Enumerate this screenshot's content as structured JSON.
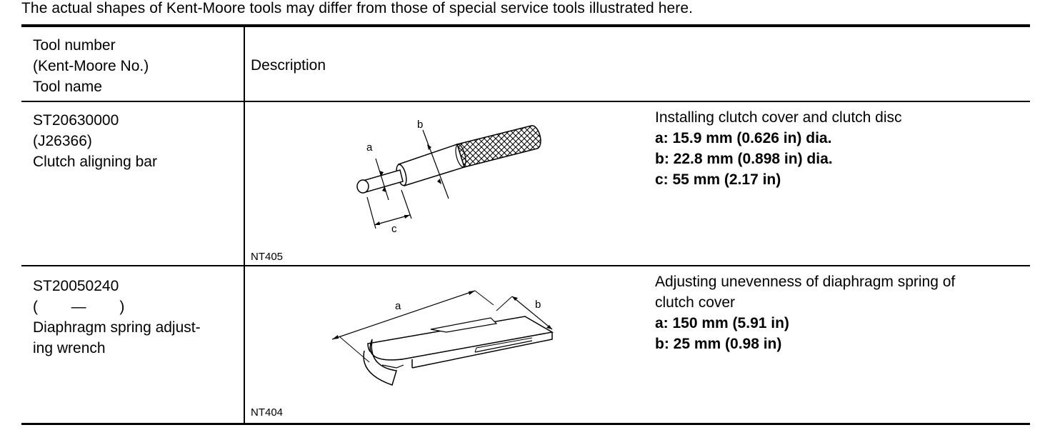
{
  "note": "The actual shapes of Kent-Moore tools may differ from those of special service tools illustrated here.",
  "header": {
    "col1_lines": [
      "Tool number",
      "(Kent-Moore No.)",
      "Tool name"
    ],
    "col2": "Description"
  },
  "rows": [
    {
      "tool_number": "ST20630000",
      "kent_moore": "(J26366)",
      "tool_name_lines": [
        "Clutch aligning bar"
      ],
      "figure_code": "NT405",
      "figure_labels": [
        "a",
        "b",
        "c"
      ],
      "description_lines": [
        "Installing clutch cover and clutch disc"
      ],
      "specs": [
        "a: 15.9 mm (0.626 in) dia.",
        "b: 22.8 mm (0.898 in) dia.",
        "c: 55 mm (2.17 in)"
      ]
    },
    {
      "tool_number": "ST20050240",
      "kent_moore": "(        —        )",
      "tool_name_lines": [
        "Diaphragm spring adjust-",
        "ing wrench"
      ],
      "figure_code": "NT404",
      "figure_labels": [
        "a",
        "b"
      ],
      "description_lines": [
        "Adjusting unevenness of diaphragm spring of",
        "clutch cover"
      ],
      "specs": [
        "a: 150 mm (5.91 in)",
        "b: 25 mm (0.98 in)"
      ]
    }
  ]
}
